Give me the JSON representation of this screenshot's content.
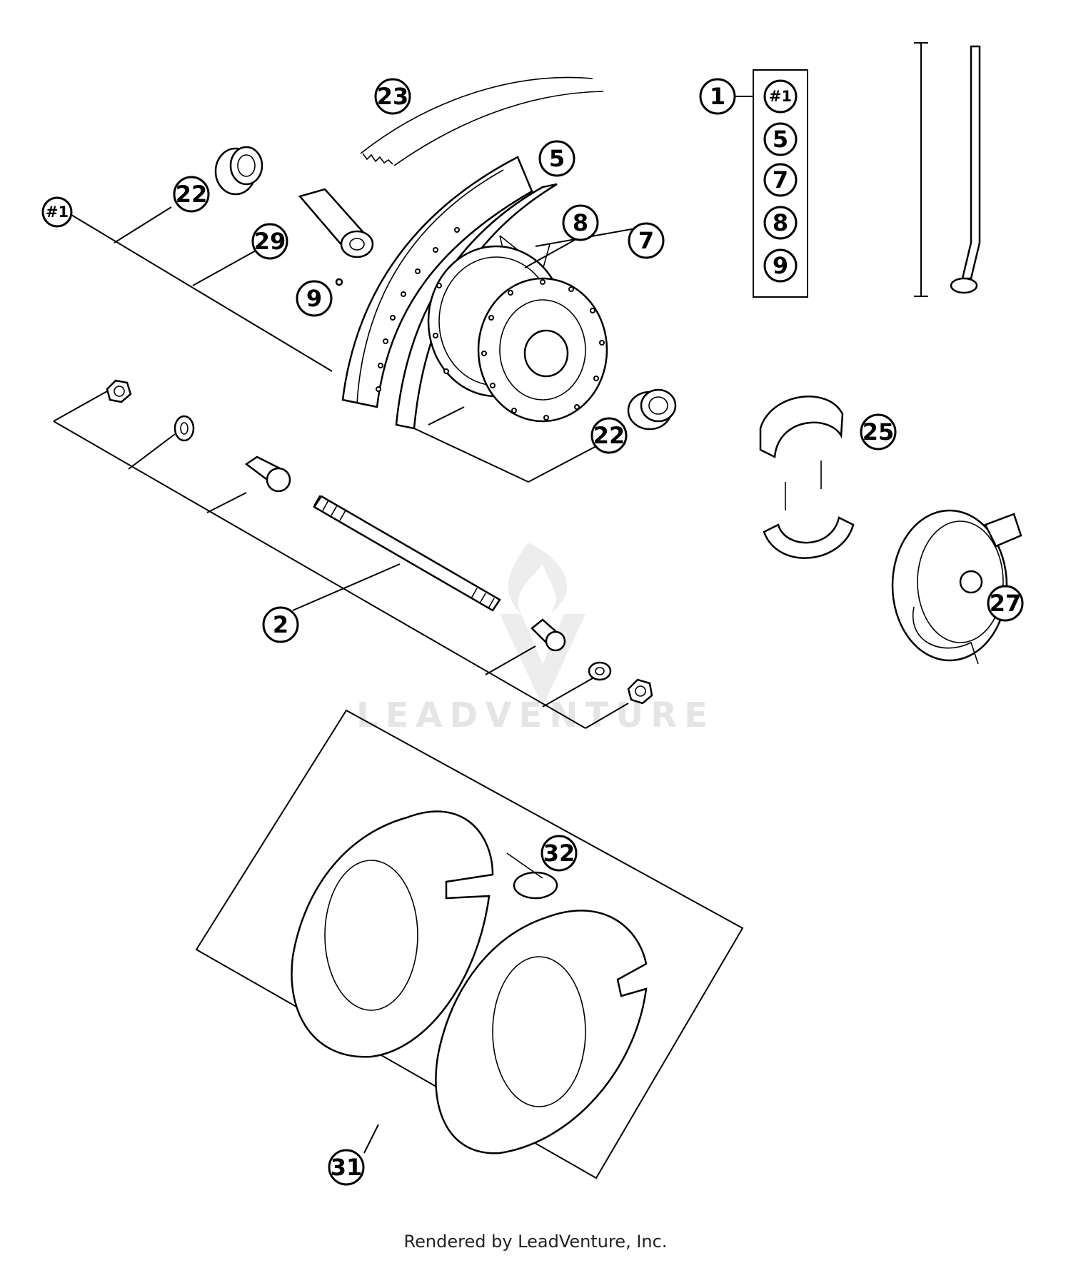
{
  "callouts": {
    "c1": "1",
    "c2": "2",
    "c5": "5",
    "c7": "7",
    "c8": "8",
    "c9": "9",
    "c22": "22",
    "c23": "23",
    "c25": "25",
    "c27": "27",
    "c29": "29",
    "c31": "31",
    "c32": "32",
    "h1": "#1"
  },
  "kit": {
    "title_callout": "1",
    "items": [
      "#1",
      "5",
      "7",
      "8",
      "9"
    ]
  },
  "watermark": "LEADVENTURE",
  "footer": "Rendered by LeadVenture, Inc."
}
